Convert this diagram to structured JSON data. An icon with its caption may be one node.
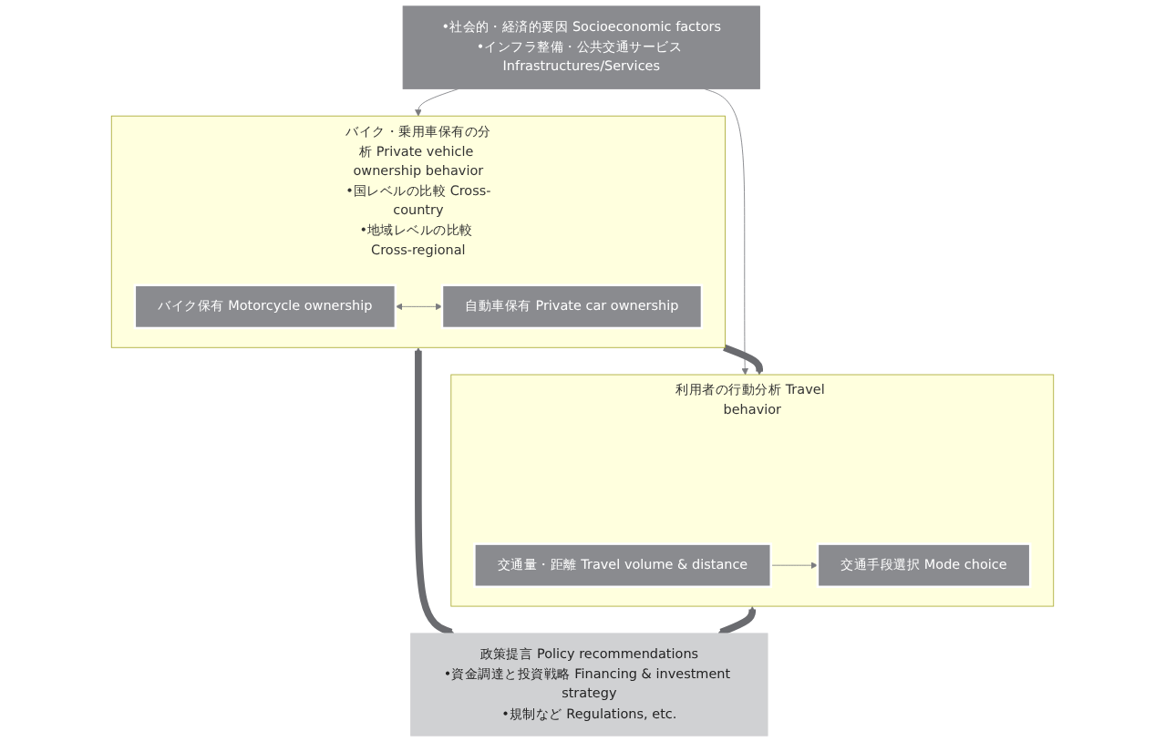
{
  "diagram": {
    "nodes": [
      {
        "text": [
          "•社会的・経済的要因 Socioeconomic factors",
          "•インフラ整備・公共交通サービス Infrastructures/Services"
        ]
      },
      {
        "text": [
          "バイク・乗用車保有の分析 Private vehicle ownership behavior",
          "•国レベルの比較 Cross-country",
          "•地域レベルの比較 Cross-regional"
        ]
      },
      {
        "text": [
          "バイク保有 Motorcycle ownership"
        ],
        "in": 1
      },
      {
        "text": [
          "自動車保有 Private car ownership"
        ],
        "in": 1
      },
      {
        "text": [
          "利用者の行動分析 Travel behavior"
        ]
      },
      {
        "text": [
          "交通量・距離 Travel volume & distance"
        ],
        "in": 4
      },
      {
        "text": [
          "交通手段選択 Mode choice"
        ],
        "in": 4
      },
      {
        "text": [
          "政策提言 Policy recommendations",
          "•資金調達と投資戦略 Financing & investment strategy",
          "•規制など Regulations, etc."
        ]
      }
    ],
    "edges": [
      {
        "from": 0,
        "to": 1,
        "arrow": "to"
      },
      {
        "from": 0,
        "to": 4,
        "arrow": "to"
      },
      {
        "from": 2,
        "to": 3,
        "arrow": "both"
      },
      {
        "from": 1,
        "to": 4,
        "arrow": "to",
        "style": "thick"
      },
      {
        "from": 5,
        "to": 6,
        "arrow": "to"
      },
      {
        "from": 1,
        "to": 7,
        "arrow": "both",
        "style": "thick"
      },
      {
        "from": 4,
        "to": 7,
        "arrow": "both",
        "style": "thick"
      }
    ]
  }
}
